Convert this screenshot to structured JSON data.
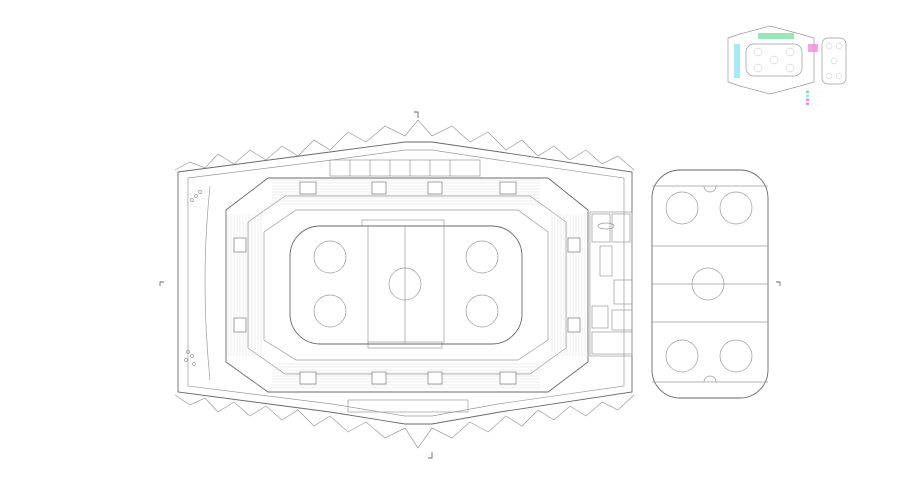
{
  "drawing": {
    "type": "arena floor plan",
    "views": [
      "main-arena-plan",
      "ice-rink-plan",
      "key-plan-thumbnail"
    ],
    "colors": {
      "line": "#9a9a9a",
      "line_dark": "#6a6a6a",
      "key_green": "#7ee0a8",
      "key_cyan": "#8fe6ef",
      "key_magenta": "#f08cdc"
    },
    "key_plan_legend": [
      {
        "color": "#7ee0a8",
        "text": "· · · · · · ·"
      },
      {
        "color": "#8fe6ef",
        "text": "· · · · · · ·"
      },
      {
        "color": "#f08cdc",
        "text": "· · · · · · ·"
      },
      {
        "color": "#f08cdc",
        "text": "· · · · · ·"
      }
    ],
    "rink_faceoff_circles": 5,
    "arena_faceoff_circles": 5
  }
}
